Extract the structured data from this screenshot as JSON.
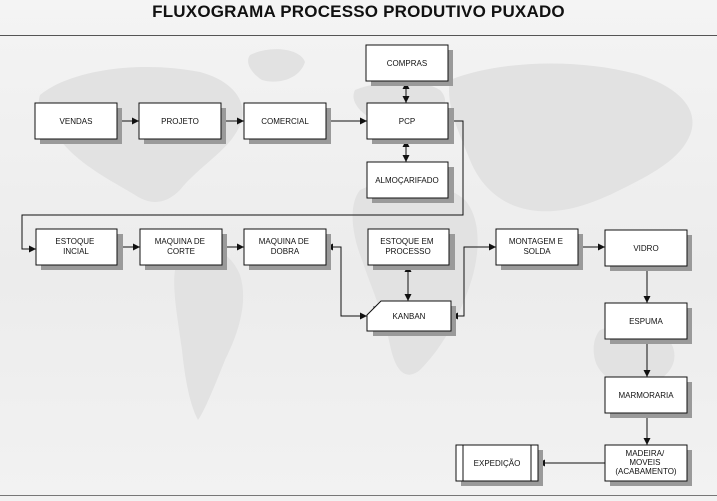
{
  "title": "FLUXOGRAMA PROCESSO PRODUTIVO PUXADO",
  "nodes": {
    "compras": [
      "COMPRAS"
    ],
    "vendas": [
      "VENDAS"
    ],
    "projeto": [
      "PROJETO"
    ],
    "comercial": [
      "COMERCIAL"
    ],
    "pcp": [
      "PCP"
    ],
    "almoxarifado": [
      "ALMOÇARIFADO"
    ],
    "estoque_inicial": [
      "ESTOQUE",
      "INCIAL"
    ],
    "maquina_corte": [
      "MAQUINA DE",
      "CORTE"
    ],
    "maquina_dobra": [
      "MAQUINA DE",
      "DOBRA"
    ],
    "estoque_processo": [
      "ESTOQUE EM",
      "PROCESSO"
    ],
    "montagem_solda": [
      "MONTAGEM E",
      "SOLDA"
    ],
    "vidro": [
      "VIDRO"
    ],
    "kanban": [
      "KANBAN"
    ],
    "espuma": [
      "ESPUMA"
    ],
    "marmoraria": [
      "MARMORARIA"
    ],
    "madeira": [
      "MADEIRA/",
      "MOVEIS",
      "(ACABAMENTO)"
    ],
    "expedicao": [
      "EXPEDIÇÃO"
    ]
  }
}
